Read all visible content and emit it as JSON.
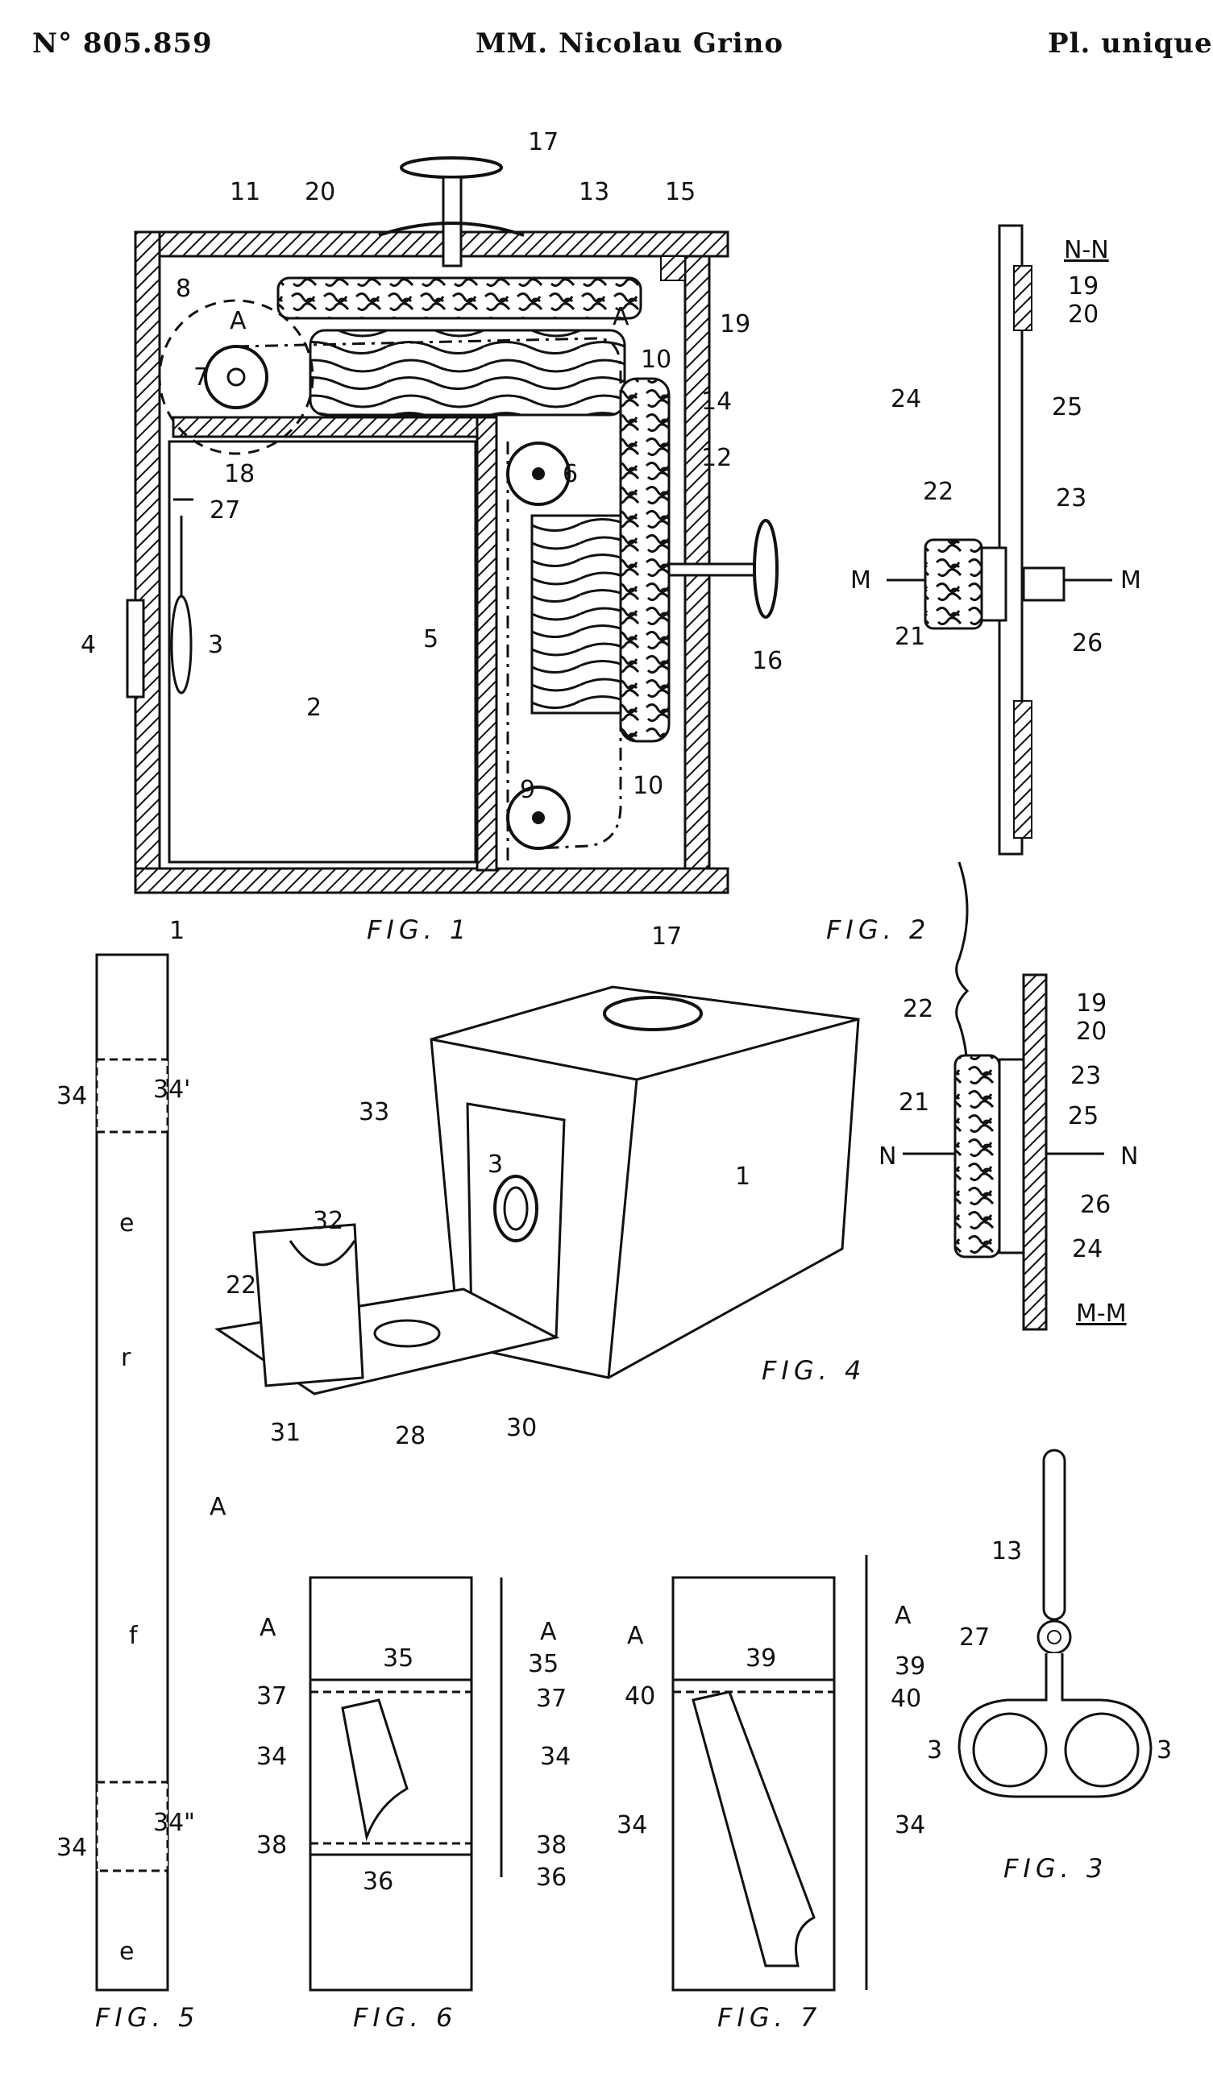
{
  "header": {
    "patent_number": "N° 805.859",
    "inventors": "MM. Nicolau Grino",
    "plate": "Pl. unique"
  },
  "fig1": {
    "caption": "FIG. 1",
    "labels": [
      "17",
      "11",
      "20",
      "13",
      "15",
      "8",
      "A",
      "A",
      "19",
      "7",
      "10",
      "14",
      "6",
      "12",
      "18",
      "27",
      "4",
      "3",
      "2",
      "5",
      "16",
      "9",
      "10",
      "1"
    ]
  },
  "fig2": {
    "caption": "FIG. 2",
    "top_section": "N-N",
    "bottom_section": "M-M",
    "labels_top": [
      "19",
      "20",
      "24",
      "25",
      "22",
      "23",
      "M",
      "M",
      "21",
      "26"
    ],
    "labels_bottom": [
      "22",
      "19",
      "20",
      "23",
      "21",
      "25",
      "N",
      "N",
      "26",
      "24"
    ]
  },
  "fig3": {
    "caption": "FIG. 3",
    "labels": [
      "13",
      "27",
      "3",
      "3"
    ]
  },
  "fig4": {
    "caption": "FIG. 4",
    "labels": [
      "17",
      "33",
      "1",
      "3",
      "32",
      "22",
      "30",
      "31",
      "28"
    ]
  },
  "fig5": {
    "caption": "FIG. 5",
    "labels": [
      "34",
      "34'",
      "e",
      "r",
      "A",
      "f",
      "34\"",
      "34",
      "e"
    ]
  },
  "fig6": {
    "caption": "FIG. 6",
    "labels": [
      "A",
      "A",
      "35",
      "35",
      "37",
      "37",
      "34",
      "34",
      "38",
      "38",
      "36",
      "36"
    ]
  },
  "fig7": {
    "caption": "FIG. 7",
    "labels": [
      "A",
      "A",
      "39",
      "39",
      "40",
      "40",
      "34",
      "34"
    ]
  }
}
